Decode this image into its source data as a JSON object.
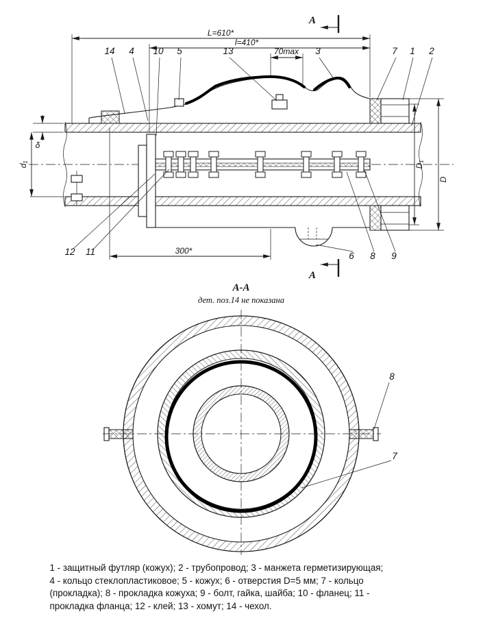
{
  "drawing": {
    "section_marker": "А",
    "dimensions": {
      "L": "L=610*",
      "l": "l=410*",
      "max70": "70max",
      "d300": "300*",
      "delta": "δ",
      "d1": "d₁",
      "D1": "D₁",
      "D": "D"
    },
    "callouts_top": [
      "14",
      "4",
      "10",
      "5",
      "13",
      "3",
      "7",
      "1",
      "2"
    ],
    "callouts_bottom": [
      "12",
      "11",
      "6",
      "8",
      "9"
    ]
  },
  "section_view": {
    "caption": "А-А",
    "note": "дет. поз.14 не показана",
    "callouts": [
      "8",
      "7"
    ]
  },
  "legend": {
    "lines": [
      "1 - защитный футляр (кожух); 2 - трубопровод; 3 - манжета герметизирующая;",
      "4 - кольцо стеклопластиковое; 5 - кожух; 6 - отверстия D=5 мм; 7 - кольцо",
      "(прокладка); 8 - прокладка кожуха; 9 - болт, гайка, шайба; 10 - фланец; 11 -",
      "прокладка фланца; 12 - клей; 13 - хомут; 14 - чехол."
    ]
  },
  "colors": {
    "ink": "#1a1a1a",
    "paper": "#ffffff"
  }
}
